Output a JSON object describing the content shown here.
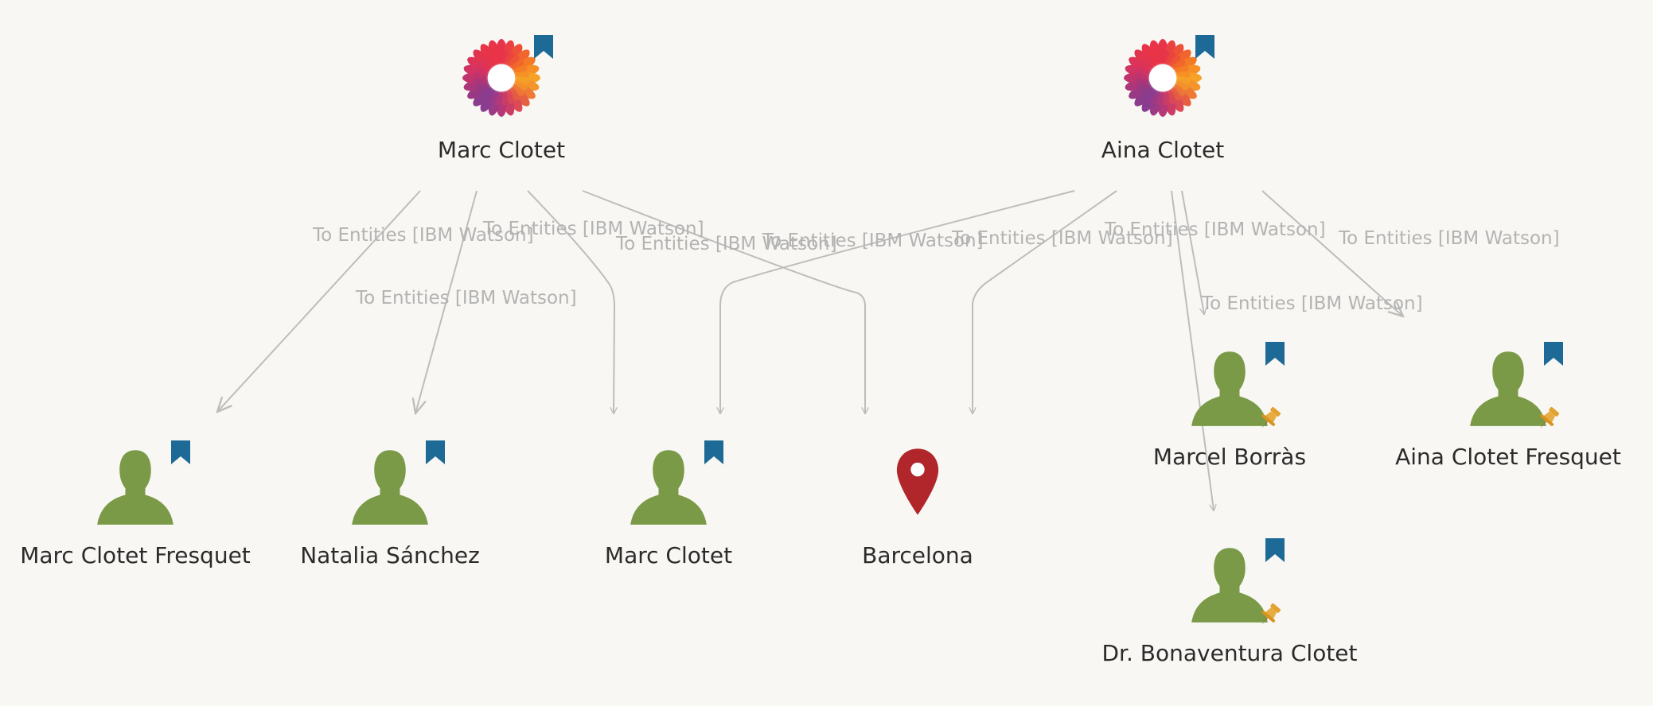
{
  "diagram": {
    "colors": {
      "background": "#f8f7f3",
      "edge": "#bdbdbd",
      "edge_label": "#b3b3b3",
      "person": "#7a9a48",
      "bookmark": "#1e6a96",
      "pin": "#e3a12f",
      "location": "#b0262a"
    },
    "nodes": [
      {
        "id": "src-marc",
        "label": "Marc Clotet",
        "icon": "ibm-watson-sunflower-icon",
        "bookmark": true,
        "pin": false
      },
      {
        "id": "src-aina",
        "label": "Aina Clotet",
        "icon": "ibm-watson-sunflower-icon",
        "bookmark": true,
        "pin": false
      },
      {
        "id": "p-marc-fresquet",
        "label": "Marc Clotet Fresquet",
        "icon": "person-icon",
        "bookmark": true,
        "pin": false
      },
      {
        "id": "p-natalia",
        "label": "Natalia Sánchez",
        "icon": "person-icon",
        "bookmark": true,
        "pin": false
      },
      {
        "id": "p-marc",
        "label": "Marc Clotet",
        "icon": "person-icon",
        "bookmark": true,
        "pin": false
      },
      {
        "id": "l-barcelona",
        "label": "Barcelona",
        "icon": "location-pin-icon",
        "bookmark": false,
        "pin": false
      },
      {
        "id": "p-marcel",
        "label": "Marcel Borràs",
        "icon": "person-icon",
        "bookmark": true,
        "pin": true
      },
      {
        "id": "p-aina-fresquet",
        "label": "Aina Clotet Fresquet",
        "icon": "person-icon",
        "bookmark": true,
        "pin": true
      },
      {
        "id": "p-bonaventura",
        "label": "Dr. Bonaventura Clotet",
        "icon": "person-icon",
        "bookmark": true,
        "pin": true
      }
    ],
    "edges": [
      {
        "from": "src-marc",
        "to": "p-marc-fresquet",
        "label": "To Entities [IBM Watson]"
      },
      {
        "from": "src-marc",
        "to": "p-natalia",
        "label": "To Entities [IBM Watson]"
      },
      {
        "from": "src-marc",
        "to": "p-marc",
        "label": "To Entities [IBM Watson]"
      },
      {
        "from": "src-marc",
        "to": "l-barcelona",
        "label": "To Entities [IBM Watson]"
      },
      {
        "from": "src-aina",
        "to": "p-marc",
        "label": "To Entities [IBM Watson]"
      },
      {
        "from": "src-aina",
        "to": "l-barcelona",
        "label": "To Entities [IBM Watson]"
      },
      {
        "from": "src-aina",
        "to": "p-marcel",
        "label": "To Entities [IBM Watson]"
      },
      {
        "from": "src-aina",
        "to": "p-bonaventura",
        "label": "To Entities [IBM Watson]"
      },
      {
        "from": "src-aina",
        "to": "p-aina-fresquet",
        "label": "To Entities [IBM Watson]"
      }
    ]
  }
}
